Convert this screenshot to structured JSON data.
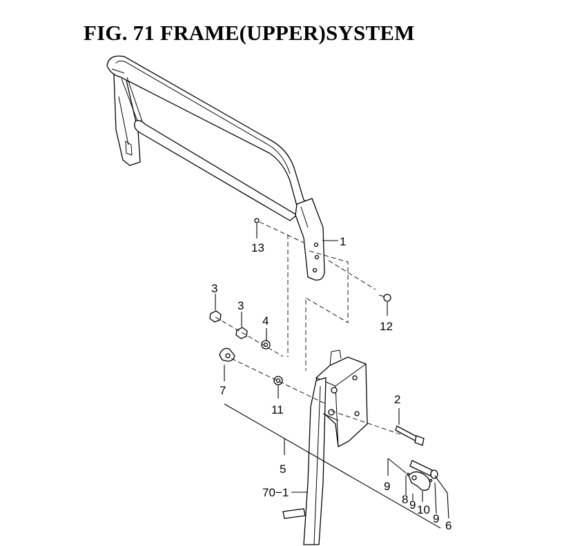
{
  "title": "FIG. 71  FRAME(UPPER)SYSTEM",
  "callouts": {
    "c1": "1",
    "c2": "2",
    "c3a": "3",
    "c3b": "3",
    "c4": "4",
    "c5": "5",
    "c6": "6",
    "c7": "7",
    "c8": "8",
    "c9a": "9",
    "c9b": "9",
    "c9c": "9",
    "c10": "10",
    "c11": "11",
    "c12": "12",
    "c13": "13",
    "c70": "70−1"
  }
}
